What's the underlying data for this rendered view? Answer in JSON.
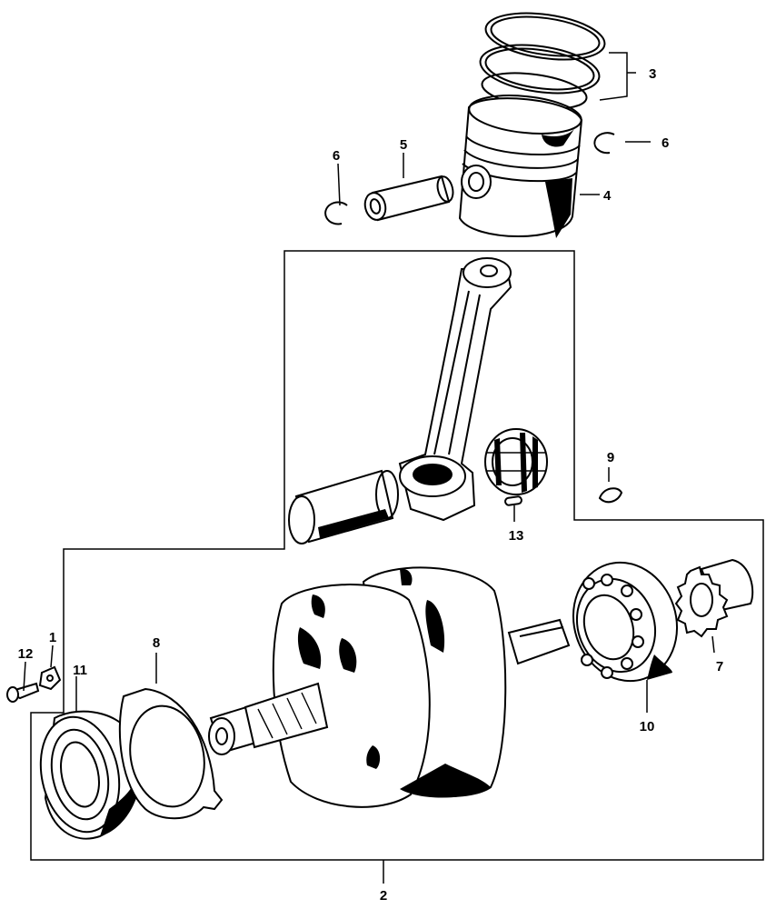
{
  "diagram": {
    "type": "exploded-parts-diagram",
    "colors": {
      "ink": "#000000",
      "paper": "#ffffff"
    },
    "parts": [
      {
        "id": "part-1",
        "label": "1",
        "name": "washer"
      },
      {
        "id": "part-2",
        "label": "2",
        "name": "crankshaft-assembly"
      },
      {
        "id": "part-3",
        "label": "3",
        "name": "piston-ring-set"
      },
      {
        "id": "part-4",
        "label": "4",
        "name": "piston"
      },
      {
        "id": "part-5",
        "label": "5",
        "name": "piston-pin"
      },
      {
        "id": "part-6a",
        "label": "6",
        "name": "piston-pin-clip-left"
      },
      {
        "id": "part-6b",
        "label": "6",
        "name": "piston-pin-clip-right"
      },
      {
        "id": "part-7",
        "label": "7",
        "name": "drive-sprocket"
      },
      {
        "id": "part-8",
        "label": "8",
        "name": "oil-seal-retainer-plate"
      },
      {
        "id": "part-9",
        "label": "9",
        "name": "woodruff-key"
      },
      {
        "id": "part-10",
        "label": "10",
        "name": "ball-bearing-right"
      },
      {
        "id": "part-11",
        "label": "11",
        "name": "ball-bearing-left"
      },
      {
        "id": "part-12",
        "label": "12",
        "name": "bolt"
      },
      {
        "id": "part-13",
        "label": "13",
        "name": "crank-pin-key"
      }
    ]
  }
}
